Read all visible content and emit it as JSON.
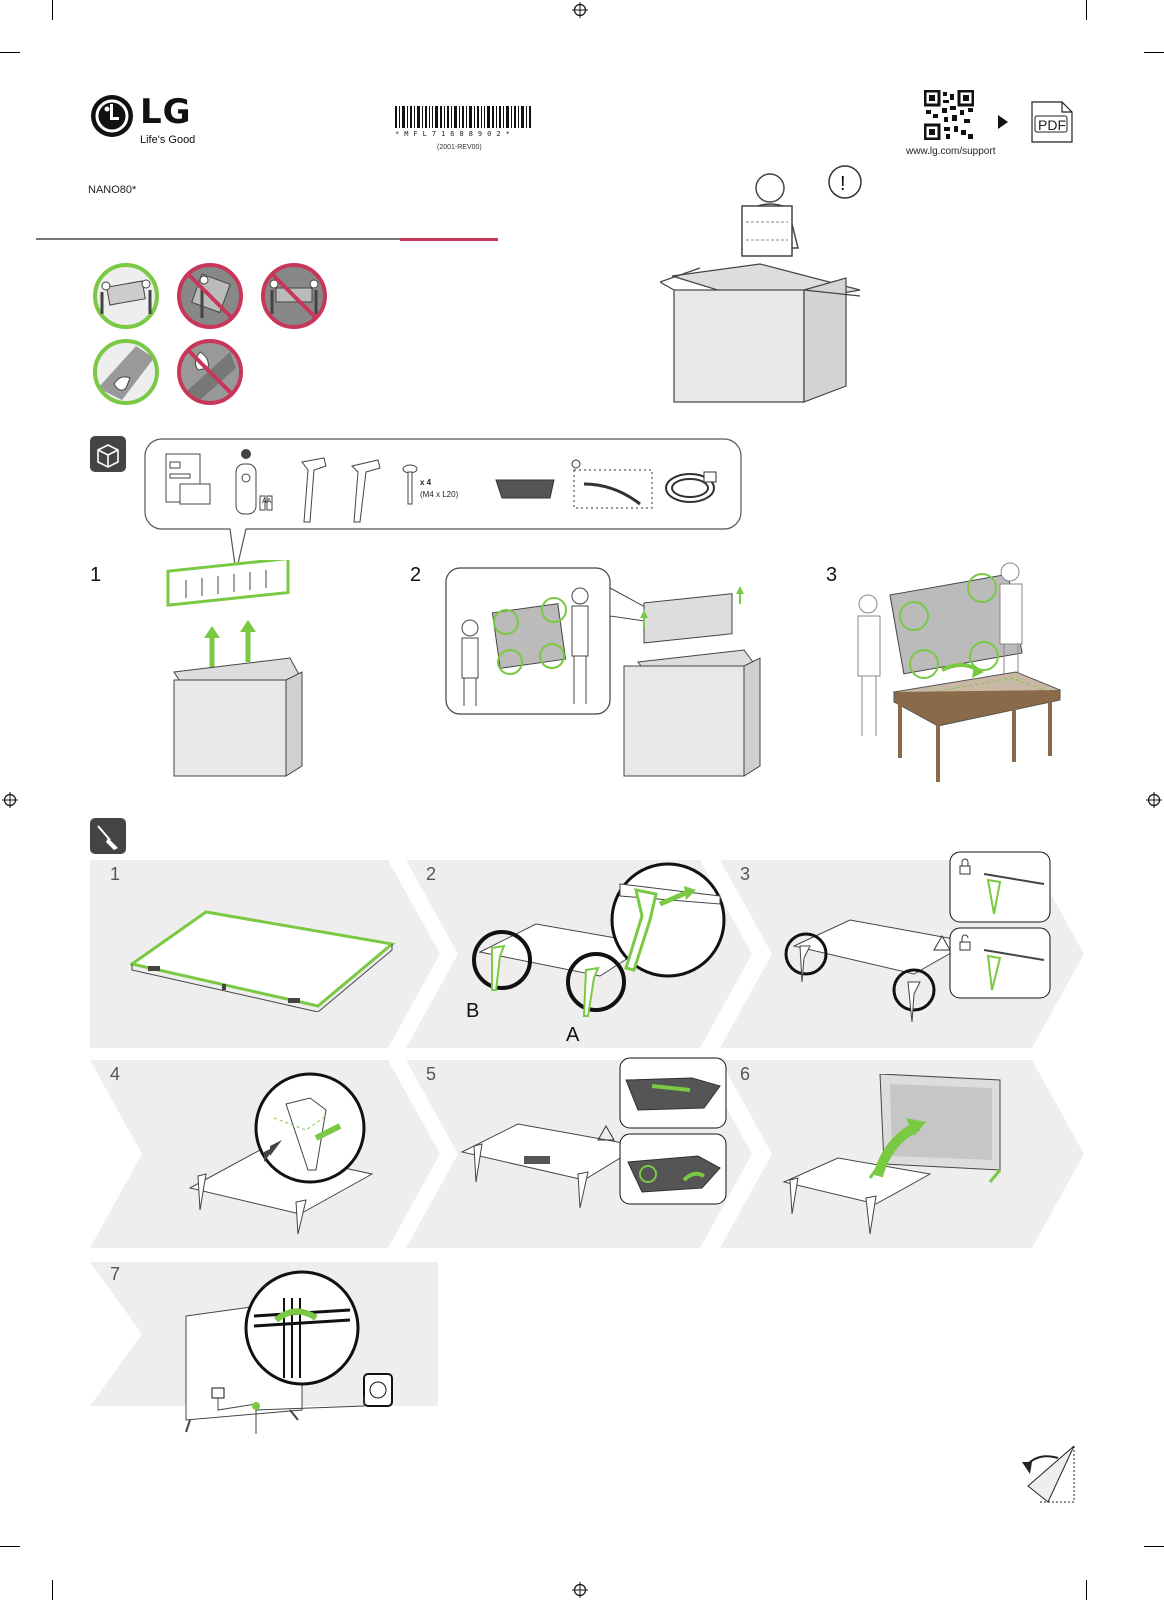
{
  "brand": {
    "logo_letters": "LG",
    "tagline": "Life's Good"
  },
  "model": "NANO80*",
  "barcode": {
    "code": "*MFL71688902*",
    "revision": "(2001-REV00)"
  },
  "support": {
    "url": "www.lg.com/support",
    "pdf_label": "PDF"
  },
  "accessories": {
    "screw_count": "x 4",
    "screw_spec": "(M4 x L20)",
    "battery_label": "AA"
  },
  "unpack_steps": [
    "1",
    "2",
    "3"
  ],
  "assembly_steps": [
    "1",
    "2",
    "3",
    "4",
    "5",
    "6",
    "7"
  ],
  "stand_labels": {
    "a": "A",
    "b": "B"
  },
  "colors": {
    "accent_green": "#7ac943",
    "prohibit_red": "#c8375a",
    "divider_red": "#c8375a",
    "panel_bg": "#eeeeee"
  }
}
